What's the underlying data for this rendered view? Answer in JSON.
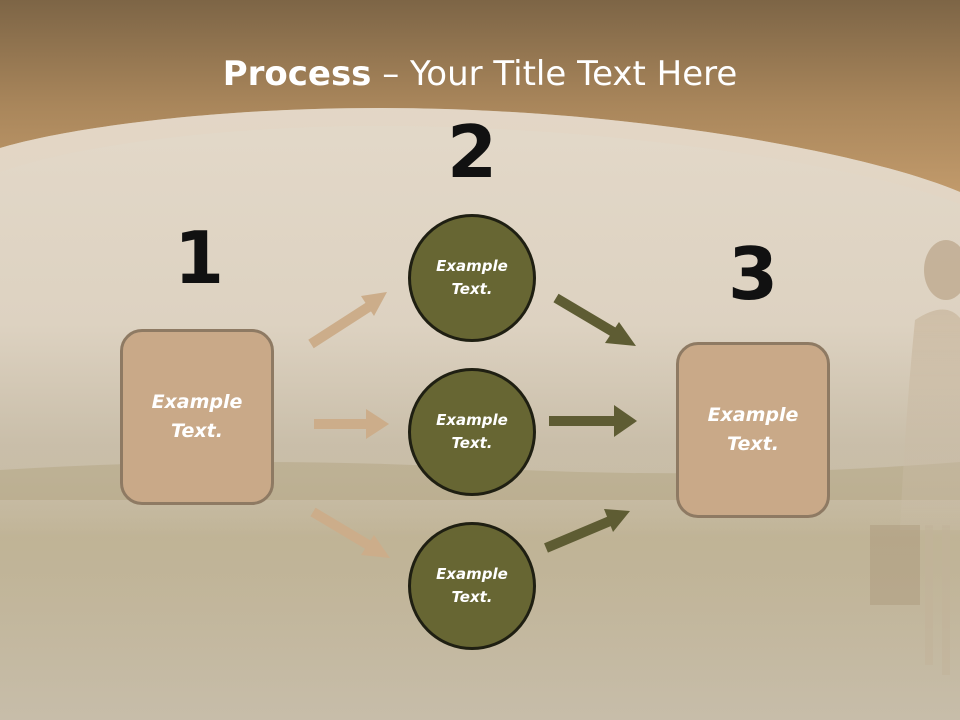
{
  "slide": {
    "title_bold": "Process",
    "title_rest": " – Your Title Text Here",
    "numbers": [
      "1",
      "2",
      "3"
    ],
    "left_box": {
      "text": "Example\nText."
    },
    "right_box": {
      "text": "Example\nText."
    },
    "circles": [
      {
        "text": "Example\nText."
      },
      {
        "text": "Example\nText."
      },
      {
        "text": "Example\nText."
      }
    ]
  },
  "colors": {
    "header": "#b08a5c",
    "box_fill": "#c9a988",
    "box_border": "#8e7a63",
    "circle_fill": "#676633",
    "arrow_light": "#ccad8a",
    "arrow_dark": "#5e5c33"
  }
}
